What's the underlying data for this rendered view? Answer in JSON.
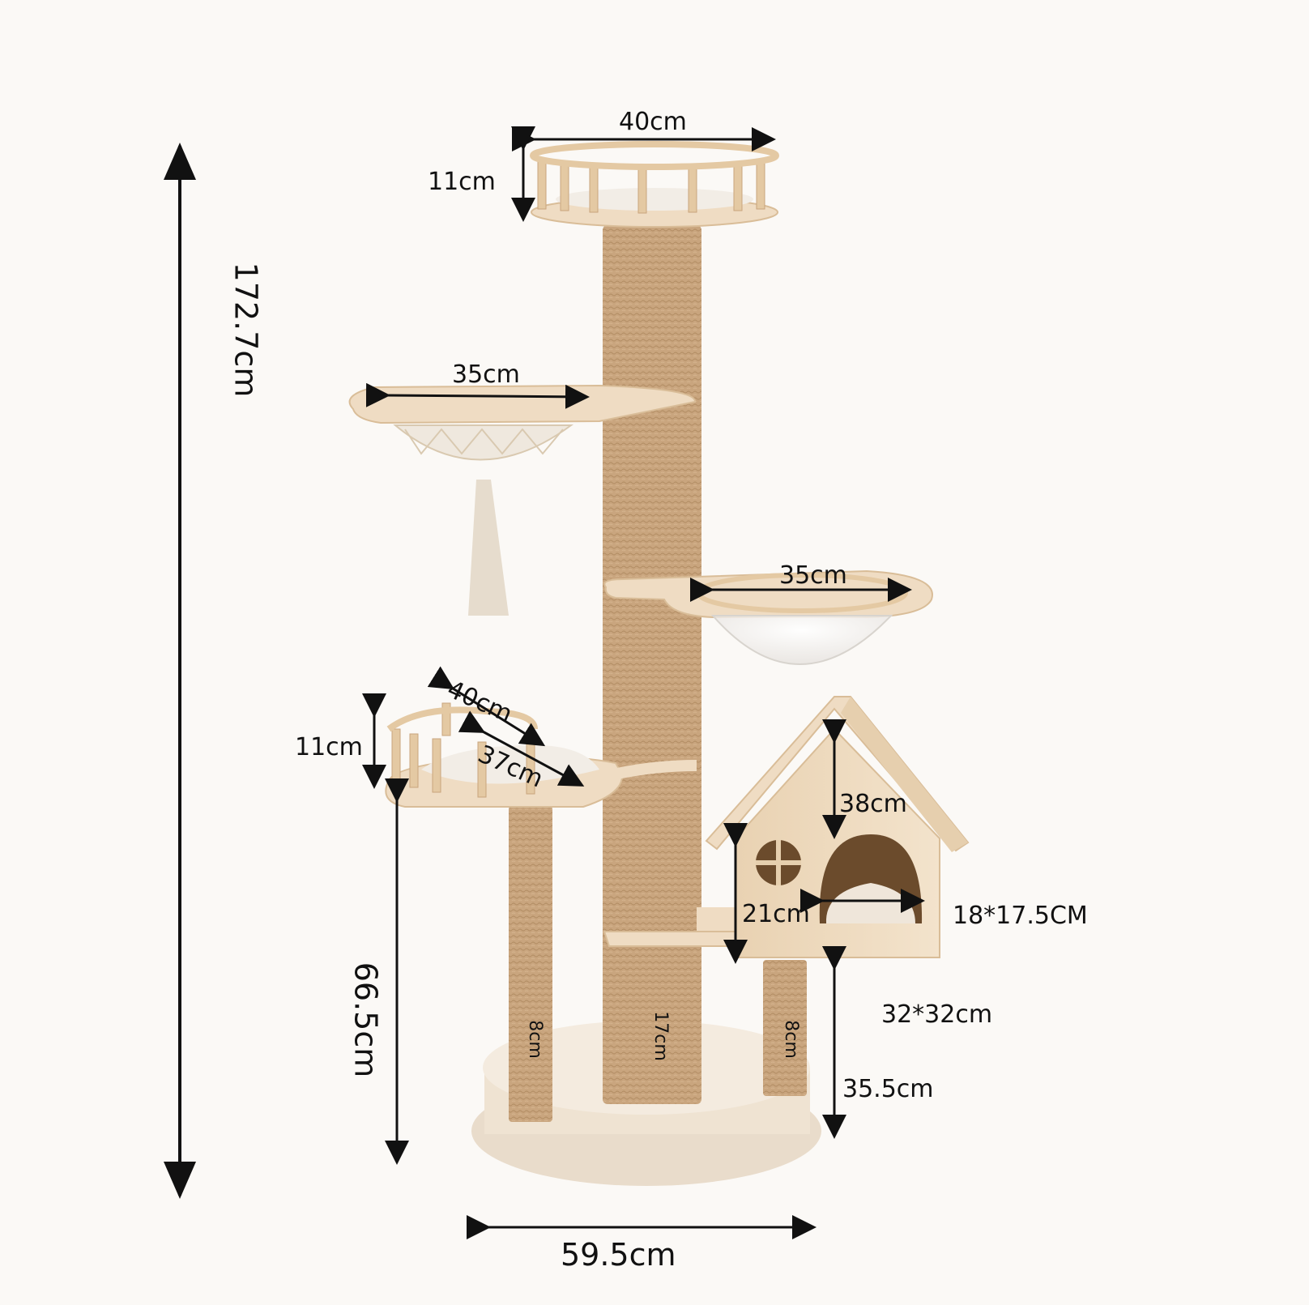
{
  "dimensions": {
    "total_height": "172.7cm",
    "lower_post_height": "66.5cm",
    "base_width": "59.5cm",
    "top_perch_diameter": "40cm",
    "top_perch_rail_height": "11cm",
    "hammock_diameter": "35cm",
    "bowl_diameter": "35cm",
    "lower_perch_outer": "40cm",
    "lower_perch_inner": "37cm",
    "lower_perch_rail_height": "11cm",
    "house_height": "38cm",
    "house_wall_height": "21cm",
    "house_door": "18*17.5CM",
    "house_floor": "32*32cm",
    "house_post_height": "35.5cm",
    "left_post_diameter": "8cm",
    "center_post_diameter": "17cm",
    "right_post_diameter": "8cm"
  },
  "colors": {
    "background": "#fbf9f6",
    "sisal": "#c9a57e",
    "wood": "#efdcc3",
    "wood_dark": "#d9bd98",
    "arrow": "#111111"
  }
}
